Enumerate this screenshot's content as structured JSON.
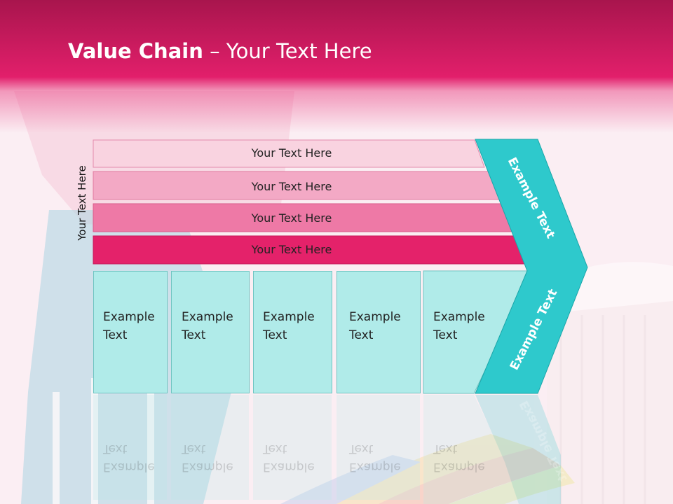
{
  "title": {
    "bold": "Value Chain",
    "rest": " – Your Text Here"
  },
  "side_label": "Your Text Here",
  "rows": [
    {
      "label": "Your Text Here",
      "color": "#f9d3e0"
    },
    {
      "label": "Your Text Here",
      "color": "#f3a9c5"
    },
    {
      "label": "Your Text Here",
      "color": "#ee79a6"
    },
    {
      "label": "Your Text Here",
      "color": "#e4226a"
    }
  ],
  "cells": [
    {
      "line1": "Example",
      "line2": "Text"
    },
    {
      "line1": "Example",
      "line2": "Text"
    },
    {
      "line1": "Example",
      "line2": "Text"
    },
    {
      "line1": "Example",
      "line2": "Text"
    },
    {
      "line1": "Example",
      "line2": "Text"
    }
  ],
  "arrow": {
    "upper_label": "Example Text",
    "lower_label": "Example Text",
    "color": "#2ec9cc"
  },
  "colors": {
    "header": "#e21f6b",
    "cell_fill": "#b0ebe9"
  }
}
